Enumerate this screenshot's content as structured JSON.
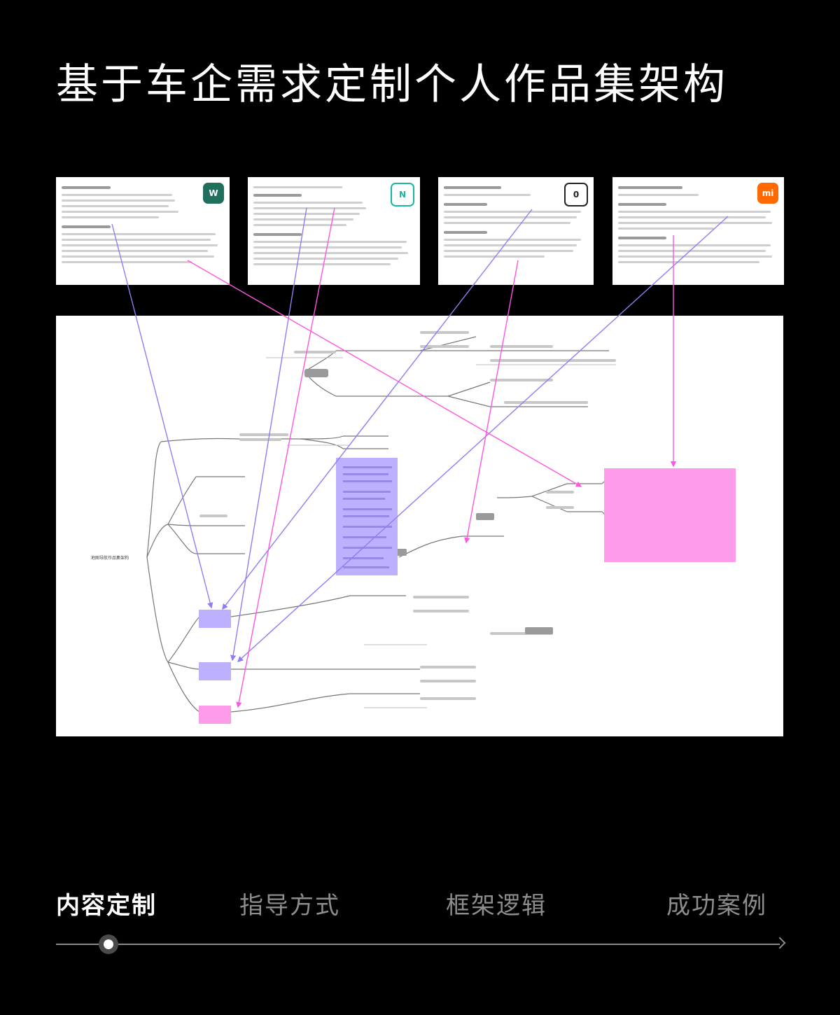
{
  "title": "基于车企需求定制个人作品集架构",
  "documents": [
    {
      "name": "job-doc-1",
      "logo_text": "W",
      "logo_bg": "#1f6f5c",
      "logo_fg": "#ffffff"
    },
    {
      "name": "job-doc-2",
      "logo_text": "N",
      "logo_bg": "#ffffff",
      "logo_fg": "#19b6a0"
    },
    {
      "name": "job-doc-3",
      "logo_text": "0",
      "logo_bg": "#ffffff",
      "logo_fg": "#222222"
    },
    {
      "name": "job-doc-4",
      "logo_text": "mi",
      "logo_bg": "#ff6900",
      "logo_fg": "#ffffff"
    }
  ],
  "mindmap": {
    "root_label": "地图导航作品集架构"
  },
  "colors": {
    "highlight_purple": "#c7b8ff",
    "highlight_pink": "#ff99e6",
    "connector_purple": "#8f7df2",
    "connector_pink": "#ff55e0",
    "accent_purple_block": "#b9a9ff",
    "accent_pink_block": "#ff9ce9"
  },
  "tabs": [
    {
      "label": "内容定制",
      "active": true
    },
    {
      "label": "指导方式",
      "active": false
    },
    {
      "label": "框架逻辑",
      "active": false
    },
    {
      "label": "成功案例",
      "active": false
    }
  ],
  "progress": {
    "current_step": 1,
    "total_steps": 4
  }
}
